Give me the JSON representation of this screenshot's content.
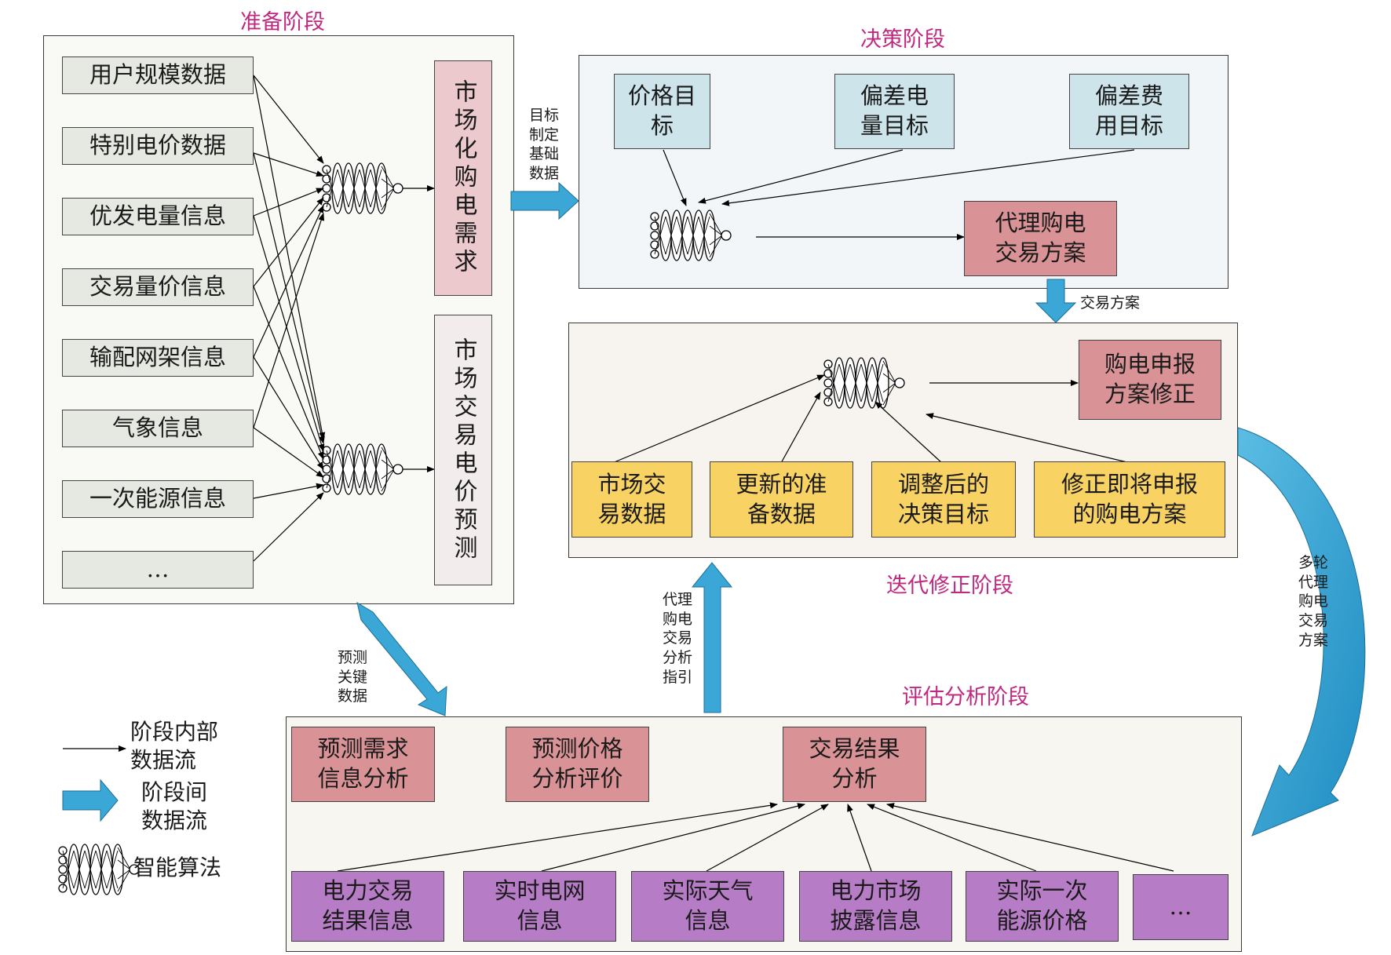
{
  "stages": {
    "prep": "准备阶段",
    "decision": "决策阶段",
    "iteration": "迭代修正阶段",
    "evaluation": "评估分析阶段"
  },
  "prep": {
    "inputs": [
      "用户规模数据",
      "特别电价数据",
      "优发电量信息",
      "交易量价信息",
      "输配网架信息",
      "气象信息",
      "一次能源信息",
      "…"
    ],
    "output1": "市场化购电需求",
    "output2": "市场交易电价预测"
  },
  "decision": {
    "price_goal": "价格目标",
    "dev_energy_goal": "偏差电量目标",
    "dev_cost_goal": "偏差费用目标",
    "plan": "代理购电交易方案"
  },
  "iteration": {
    "correction": "购电申报方案修正",
    "inputs": [
      "市场交易数据",
      "更新的准备数据",
      "调整后的决策目标",
      "修正即将申报的购电方案"
    ]
  },
  "evaluation": {
    "top": [
      "预测需求信息分析",
      "预测价格分析评价",
      "交易结果分析"
    ],
    "bottom": [
      "电力交易结果信息",
      "实时电网信息",
      "实际天气信息",
      "电力市场披露信息",
      "实际一次能源价格",
      "…"
    ]
  },
  "flows": {
    "target_basis": "目标\n制定\n基础\n数据",
    "trade_plan": "交易方案",
    "predict_key": "预测\n关键\n数据",
    "agent_guide": "代理\n购电\n交易\n分析\n指引",
    "multi_round": "多轮\n代理\n购电\n交易\n方案"
  },
  "legend": {
    "inner_flow": "阶段内部\n数据流",
    "inter_flow": "阶段间\n数据流",
    "algorithm": "智能算法"
  },
  "colors": {
    "title": "#c0297f",
    "flow_arrow": "#3aa7d6",
    "grey_box": "#e6e9e1",
    "blue_box": "#cce4ea",
    "rose_box": "#d99396",
    "yellow_box": "#f8d262",
    "purple_box": "#b77cc6"
  }
}
